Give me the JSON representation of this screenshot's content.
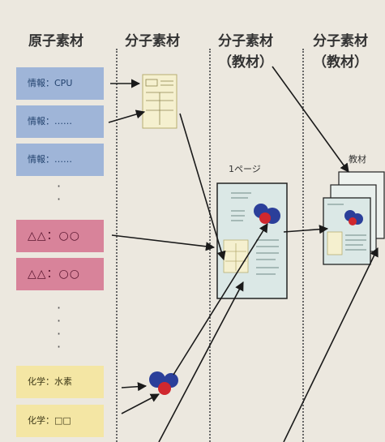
{
  "columns": [
    {
      "title": "原子素材",
      "sub": ""
    },
    {
      "title": "分子素材",
      "sub": ""
    },
    {
      "title": "分子素材",
      "sub": "（教材）"
    },
    {
      "title": "分子素材",
      "sub": "（教材）"
    }
  ],
  "atoms": {
    "blue": [
      "情報：CPU",
      "情報：……",
      "情報：……"
    ],
    "pink": [
      "△△：○○",
      "△△：○○"
    ],
    "yellow": [
      "化学：水素",
      "化学：□□"
    ]
  },
  "labels": {
    "page": "1ページ",
    "textbook": "教材"
  },
  "colors": {
    "background": "#ece8df",
    "blue_atom": "#9fb5d8",
    "pink_atom": "#d8839a",
    "yellow_atom": "#f4e6a4",
    "page_paper": "#dbe8e6",
    "molecule_blue": "#2b3f9a",
    "molecule_red": "#d0282e",
    "arrow": "#1a1a1a"
  },
  "icons": [
    "molecule-icon",
    "document-icon",
    "textbook-stack-icon"
  ]
}
